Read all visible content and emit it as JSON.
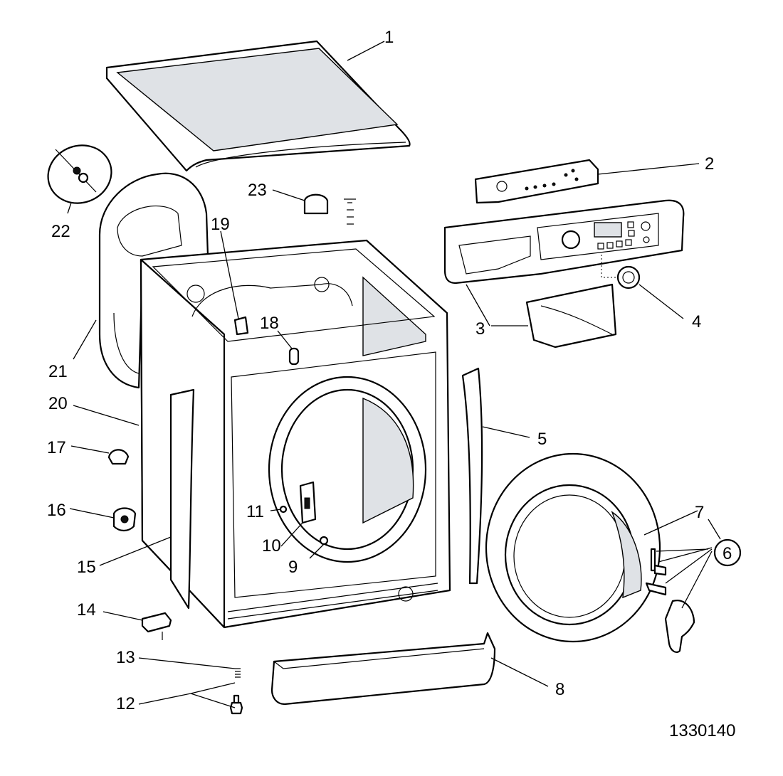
{
  "drawing_number": "1330140",
  "callouts": [
    "1",
    "2",
    "3",
    "4",
    "5",
    "6",
    "7",
    "8",
    "9",
    "10",
    "11",
    "12",
    "13",
    "14",
    "15",
    "16",
    "17",
    "18",
    "19",
    "20",
    "21",
    "22",
    "23"
  ]
}
